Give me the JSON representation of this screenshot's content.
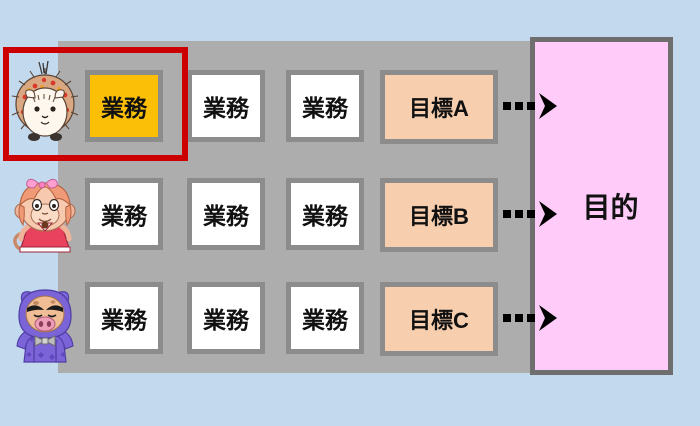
{
  "canvas": {
    "background_color": "#c3d9ee",
    "panel_color": "#adadad"
  },
  "colors": {
    "highlight_border": "#cc0000",
    "task_highlight_fill": "#fbbf08",
    "task_fill": "#ffffff",
    "goal_fill": "#f8cfae",
    "purpose_fill": "#ffccf9",
    "card_border": "#8c8c8c",
    "purpose_border": "#6e6e6e",
    "arrow_color": "#000000"
  },
  "rows": [
    {
      "id": "row-a",
      "avatar": {
        "name": "hedgehog-avatar",
        "label": "hedgehog character"
      },
      "tasks": [
        {
          "label": "業務",
          "highlighted": true
        },
        {
          "label": "業務",
          "highlighted": false
        },
        {
          "label": "業務",
          "highlighted": false
        }
      ],
      "goal": {
        "label": "目標A"
      }
    },
    {
      "id": "row-b",
      "avatar": {
        "name": "monkey-girl-avatar",
        "label": "monkey girl character"
      },
      "tasks": [
        {
          "label": "業務",
          "highlighted": false
        },
        {
          "label": "業務",
          "highlighted": false
        },
        {
          "label": "業務",
          "highlighted": false
        }
      ],
      "goal": {
        "label": "目標B"
      }
    },
    {
      "id": "row-c",
      "avatar": {
        "name": "pig-avatar",
        "label": "pig character"
      },
      "tasks": [
        {
          "label": "業務",
          "highlighted": false
        },
        {
          "label": "業務",
          "highlighted": false
        },
        {
          "label": "業務",
          "highlighted": false
        }
      ],
      "goal": {
        "label": "目標C"
      }
    }
  ],
  "purpose": {
    "label": "目的"
  },
  "annotation": {
    "highlight_target": "row-a first task",
    "highlight_color": "#cc0000"
  }
}
